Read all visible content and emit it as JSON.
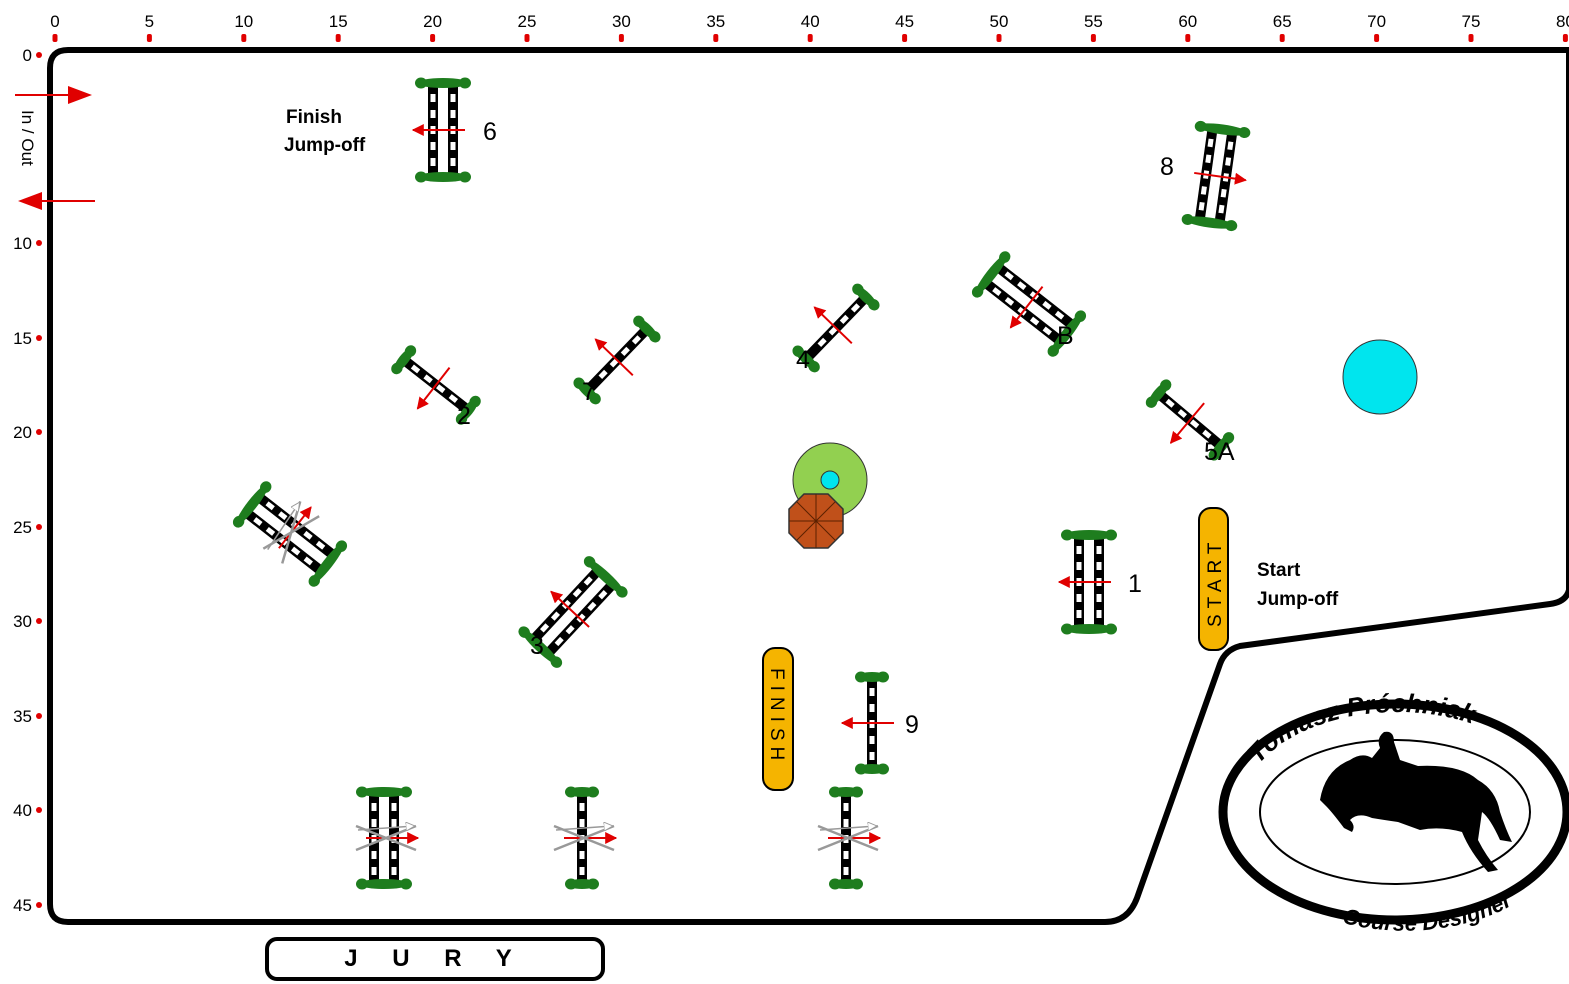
{
  "ruler": {
    "x_ticks": [
      "0",
      "5",
      "10",
      "15",
      "20",
      "25",
      "30",
      "35",
      "40",
      "45",
      "50",
      "55",
      "60",
      "65",
      "70",
      "75",
      "80"
    ],
    "y_ticks": [
      "0",
      "10",
      "15",
      "20",
      "25",
      "30",
      "35",
      "40",
      "45"
    ]
  },
  "entrance": {
    "label": "In / Out"
  },
  "jury": {
    "label": "J U R Y"
  },
  "start_flag": {
    "label": "START"
  },
  "finish_flag": {
    "label": "FINISH"
  },
  "notes": {
    "finish_jumpoff_1": "Finish",
    "finish_jumpoff_2": "Jump-off",
    "start_jumpoff_1": "Start",
    "start_jumpoff_2": "Jump-off"
  },
  "obstacles": [
    {
      "number": "1"
    },
    {
      "number": "2"
    },
    {
      "number": "3"
    },
    {
      "number": "4"
    },
    {
      "number": "5A"
    },
    {
      "number": "B"
    },
    {
      "number": "6"
    },
    {
      "number": "7"
    },
    {
      "number": "8"
    },
    {
      "number": "9"
    }
  ],
  "logo": {
    "top_text": "Tomasz Próchniak",
    "bottom_text": "Course Designer"
  },
  "colors": {
    "hedge": "#1e7d1e",
    "arrow": "#e00000",
    "flag": "#f5b400",
    "water": "#00e5ee",
    "grass": "#92d050",
    "umbrella": "#c0501a"
  }
}
